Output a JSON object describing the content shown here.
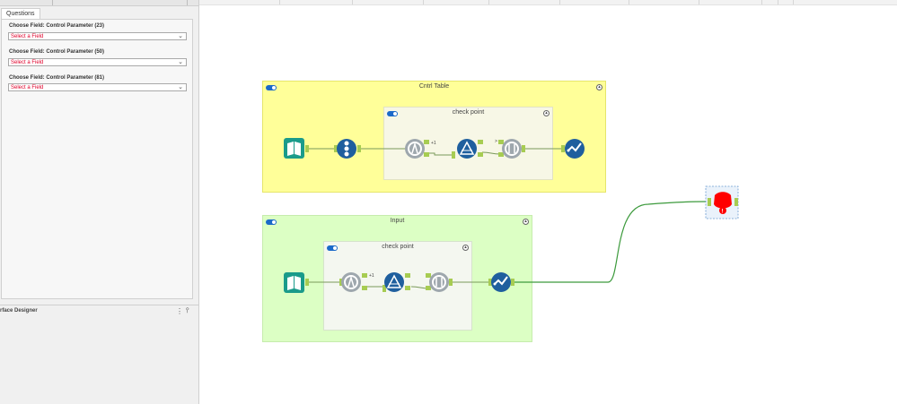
{
  "questions": {
    "tab_label": "Questions",
    "fields": [
      {
        "label": "Choose Field: Control Parameter (23)",
        "placeholder": "Select a Field"
      },
      {
        "label": "Choose Field: Control Parameter (50)",
        "placeholder": "Select a Field"
      },
      {
        "label": "Choose Field: Control Parameter (81)",
        "placeholder": "Select a Field"
      }
    ]
  },
  "interface_designer": {
    "title": "rface Designer",
    "menu_icon": "vertical-dots-icon",
    "pin_icon": "pin-icon"
  },
  "containers": {
    "cntrl_table": {
      "title": "Cntrl Table",
      "color": "#ffff99"
    },
    "checkpoint_top": {
      "title": "check point",
      "color": "#f7f7e6"
    },
    "input": {
      "title": "Input",
      "color": "#dcffc4"
    },
    "checkpoint_bottom": {
      "title": "check point",
      "color": "#f4f7f0"
    }
  },
  "tools": {
    "input_icon": "book-open-icon",
    "record_id_icon": "record-id-icon",
    "formula_icon": "formula-icon",
    "filter_icon": "filter-triangle-icon",
    "join_icon": "join-icon",
    "output_icon": "output-check-icon",
    "error_icon": "error-stop-icon"
  },
  "colors": {
    "tool_blue": "#1f5f9e",
    "tool_teal": "#1a9b8a",
    "anchor_green": "#a7cc52",
    "wire_green": "#3c9a3c",
    "error_red": "#ff0000",
    "container_yellow": "#ffff99",
    "container_green": "#dcffc4"
  }
}
